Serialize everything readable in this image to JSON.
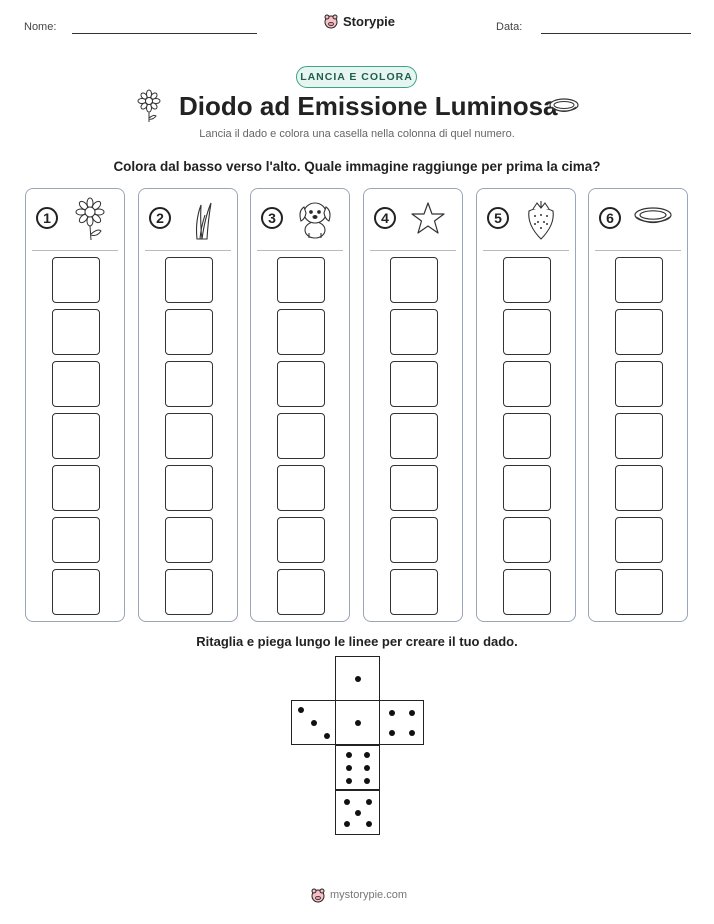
{
  "header": {
    "name_label": "Nome:",
    "date_label": "Data:",
    "logo_text": "Storypie"
  },
  "badge": "LANCIA E COLORA",
  "title": "Diodo ad Emissione Luminosa",
  "subtitle": "Lancia il dado e colora una casella nella colonna di quel numero.",
  "instruction": "Colora dal basso verso l'alto. Quale immagine raggiunge per prima la cima?",
  "columns": [
    {
      "number": "1",
      "icon": "flower-icon"
    },
    {
      "number": "2",
      "icon": "grass-icon"
    },
    {
      "number": "3",
      "icon": "puppy-icon"
    },
    {
      "number": "4",
      "icon": "star-icon"
    },
    {
      "number": "5",
      "icon": "strawberry-icon"
    },
    {
      "number": "6",
      "icon": "bowl-icon"
    }
  ],
  "boxes_per_column": 7,
  "dice_instruction": "Ritaglia e piega lungo le linee per creare il tuo dado.",
  "dice_faces": [
    1,
    3,
    1,
    4,
    6,
    5
  ],
  "footer": "mystorypie.com"
}
